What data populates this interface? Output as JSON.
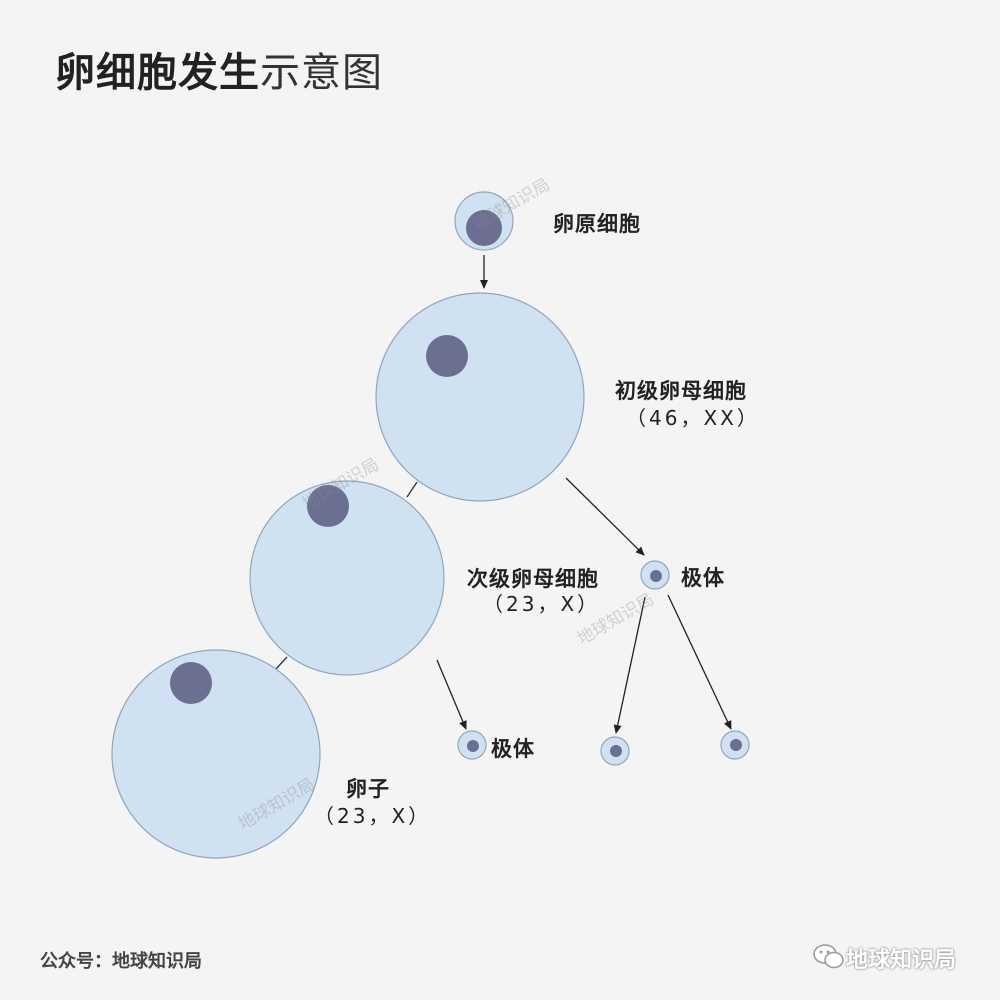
{
  "title": {
    "bold": "卵细胞发生",
    "light": "示意图"
  },
  "nodes": {
    "oogonium": {
      "label": "卵原细胞"
    },
    "primary": {
      "label": "初级卵母细胞",
      "karyotype": "（46，XX）"
    },
    "secondary": {
      "label": "次级卵母细胞",
      "karyotype": "（23，X）"
    },
    "polar_body_1": {
      "label": "极体"
    },
    "polar_body_2": {
      "label": "极体"
    },
    "egg": {
      "label": "卵子",
      "karyotype": "（23，X）"
    }
  },
  "watermark": "地球知识局",
  "footer": {
    "left": "公众号：地球知识局",
    "right": "地球知识局"
  },
  "colors": {
    "cell_fill": "#d0e1f1",
    "cell_stroke": "#8fa6bf",
    "nucleus": "#6b6f91",
    "background": "#f4f4f4"
  }
}
